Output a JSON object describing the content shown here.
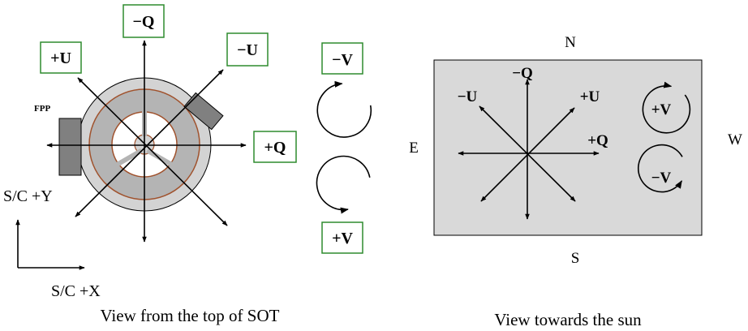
{
  "left_view": {
    "caption": "View from the top of SOT",
    "axis_boxes": {
      "minus_q": "−Q",
      "plus_u": "+U",
      "minus_u": "−U",
      "plus_q": "+Q"
    },
    "fpp_label": "FPP",
    "sc_y_label": "S/C +Y",
    "sc_x_label": "S/C +X"
  },
  "rotation_legend": {
    "minus_v": "−V",
    "plus_v": "+V"
  },
  "right_view": {
    "caption": "View towards the sun",
    "north": "N",
    "south": "S",
    "east": "E",
    "west": "W",
    "labels": {
      "minus_q": "−Q",
      "minus_u": "−U",
      "plus_u": "+U",
      "plus_q": "+Q",
      "plus_v": "+V",
      "minus_v": "−V"
    }
  },
  "colors": {
    "box_border": "#2e8b2e",
    "disk_outer": "#d3d3d3",
    "disk_ring": "#b4b4b4",
    "ring_line": "#a0522d",
    "panel_fill": "#d9d9d9",
    "fpp_fill": "#808080"
  }
}
